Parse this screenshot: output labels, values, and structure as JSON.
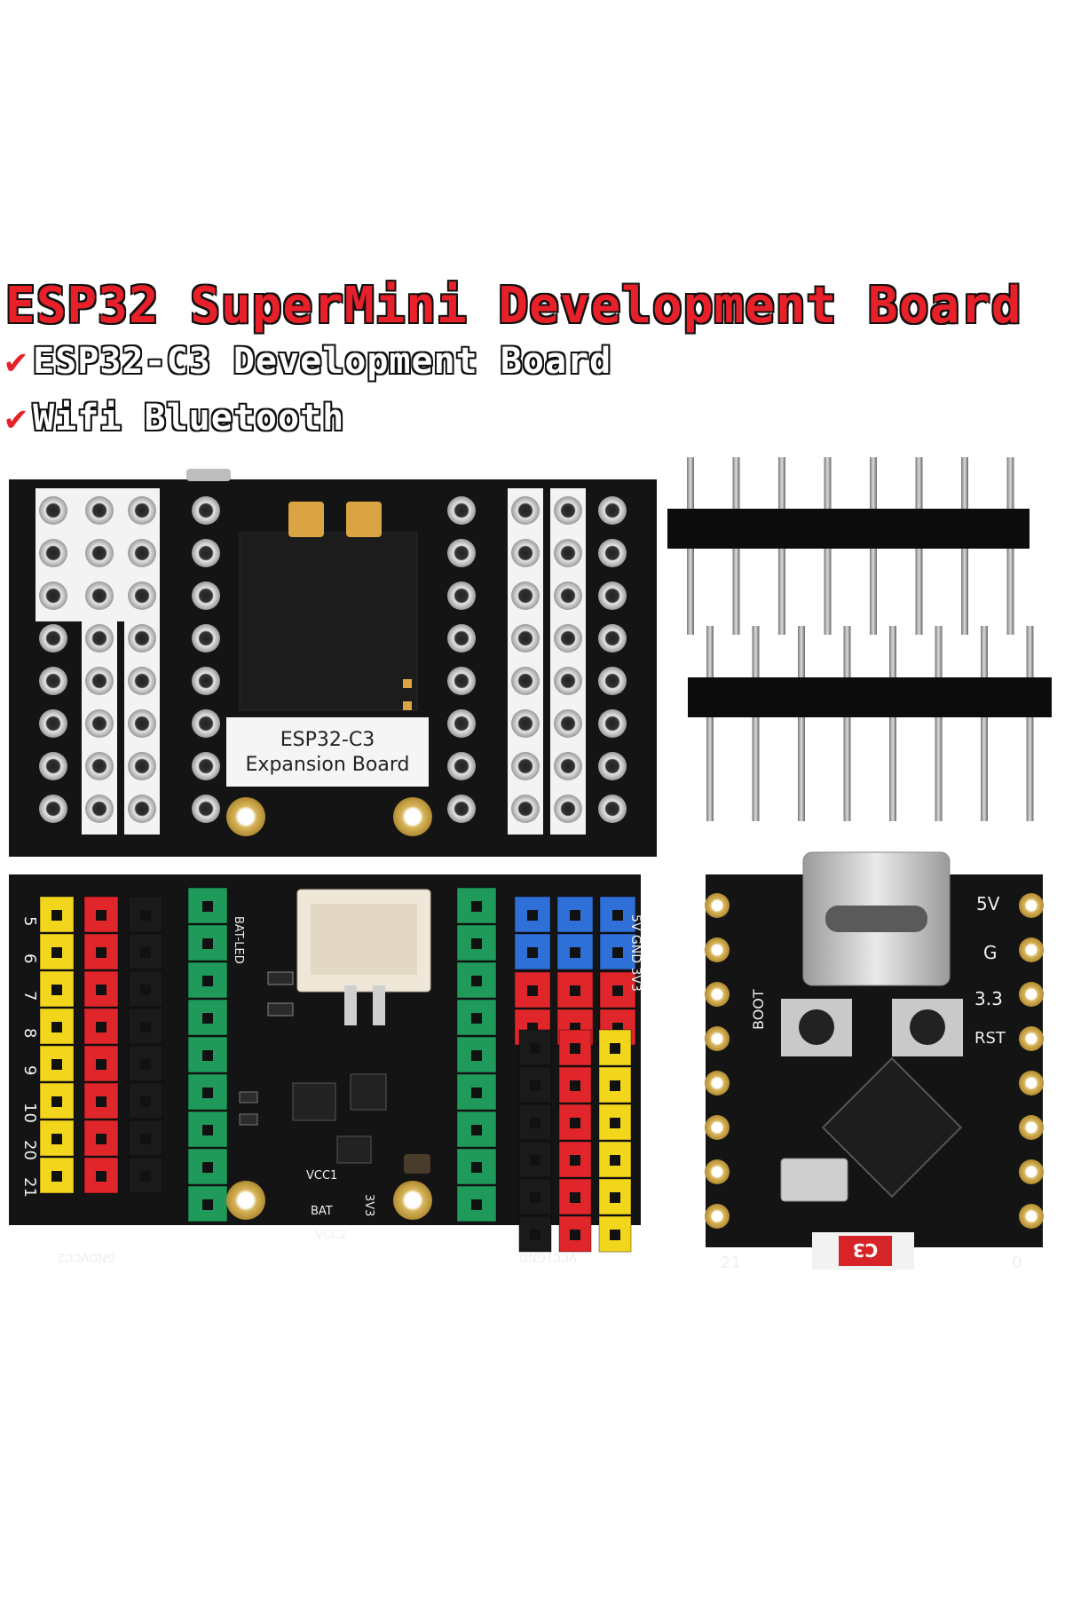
{
  "header": {
    "title": "ESP32 SuperMini Development Board",
    "features": [
      {
        "check": "✔",
        "text": "ESP32-C3 Development Board"
      },
      {
        "check": "✔",
        "text": "Wifi Bluetooth"
      }
    ]
  },
  "expansion_top": {
    "label_line1": "ESP32-C3",
    "label_line2": "Expansion Board"
  },
  "expansion_bottom": {
    "left_numbers": [
      "5",
      "6",
      "7",
      "8",
      "9",
      "10",
      "20",
      "21"
    ],
    "bat_led": "BAT-LED",
    "vcc1": "VCC1",
    "bat": "BAT",
    "v3": "3V3",
    "vcc2": "VCC2",
    "bottom_left_label": "GNDVCC2",
    "bottom_right_label": "VCC1GND",
    "right_top_label": "5V GND 3V3"
  },
  "supermini": {
    "label_5v": "5V",
    "label_g": "G",
    "label_33": "3.3",
    "label_boot": "BOOT",
    "label_rst": "RST",
    "label_21": "21",
    "label_0": "0",
    "chip_label": "C3"
  },
  "colors": {
    "title_red": "#e8202a",
    "pcb_black": "#141414",
    "header_yellow": "#f2d61c",
    "header_red": "#e0262a",
    "header_green": "#1f9a5a",
    "header_blue": "#2f6fd8"
  }
}
